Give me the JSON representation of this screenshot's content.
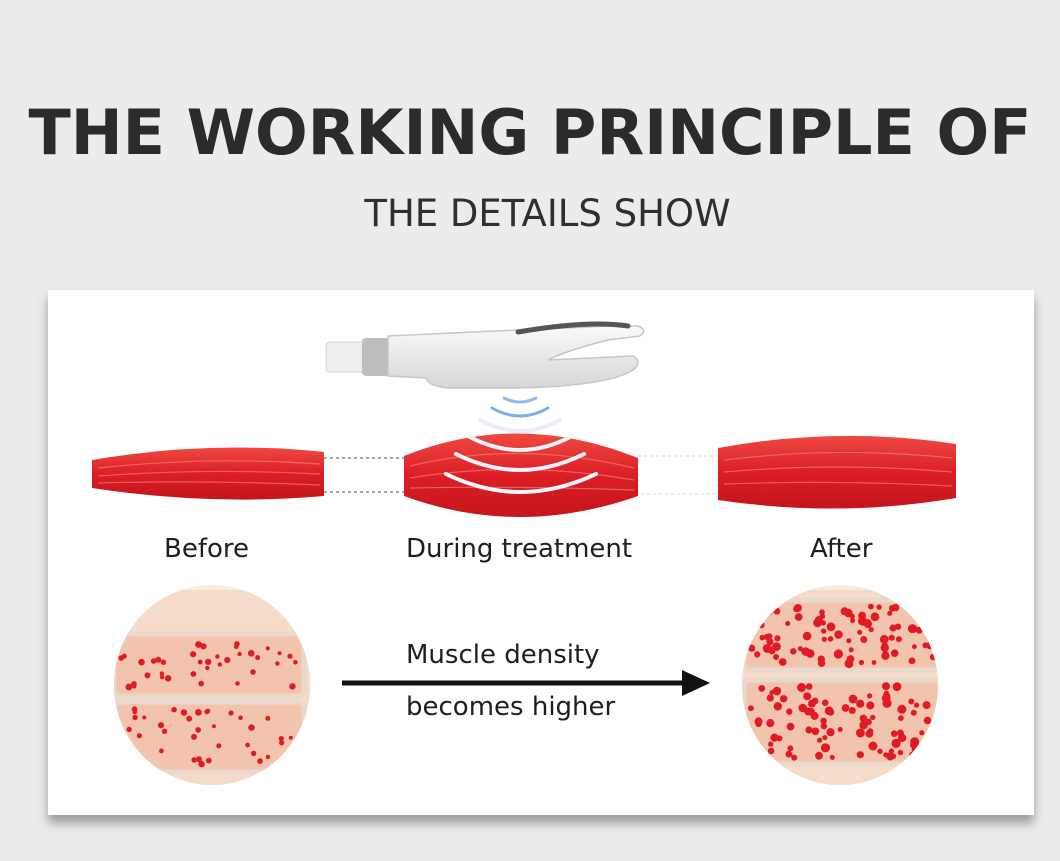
{
  "heading": {
    "title": "THE WORKING PRINCIPLE OF",
    "subtitle": "THE DETAILS SHOW"
  },
  "stages": {
    "before": "Before",
    "during": "During treatment",
    "after": "After"
  },
  "density_note": {
    "line1": "Muscle density",
    "line2": "becomes higher"
  },
  "colors": {
    "background": "#ececec",
    "panel": "#ffffff",
    "muscle": "#e0232b",
    "wave": "#6aa6e8",
    "tissue": "#f3cdb8",
    "dots": "#e11b23"
  },
  "icons": [
    "handpiece-icon",
    "muscle-before-icon",
    "muscle-during-icon",
    "muscle-after-icon",
    "wave-icon",
    "tissue-before-icon",
    "tissue-after-icon",
    "arrow-right-icon"
  ]
}
